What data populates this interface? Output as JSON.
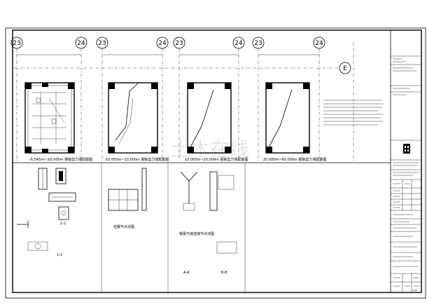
{
  "grid_axes": {
    "top": [
      "23",
      "24",
      "23",
      "24",
      "23",
      "24",
      "23",
      "24"
    ],
    "right": "E"
  },
  "plan_titles": [
    "-6.545m~±0.000m 钢板剪力墙配筋图",
    "±0.000m~10.000m 钢板剪力墙配筋图",
    "10.000m~20.000m 钢板剪力墙配筋图",
    "20.000m~80.000m 钢板剪力墙配筋图"
  ],
  "detail_titles": {
    "shear_wall_section": "1-1",
    "wall_2_2": "2-2",
    "column_section": "柱脚节点详图",
    "beam_detail": "钢梁与墙连接节点详图",
    "section_d1": "A-A",
    "section_d2": "B-B"
  },
  "watermark": "土木在线",
  "title_block": {
    "company": "某某建筑设计研究院有限公司",
    "project": "某某超高层办公楼",
    "drawing": "钢板剪力墙配筋详图",
    "scale": "1:50",
    "sheet_no": "S-05"
  }
}
